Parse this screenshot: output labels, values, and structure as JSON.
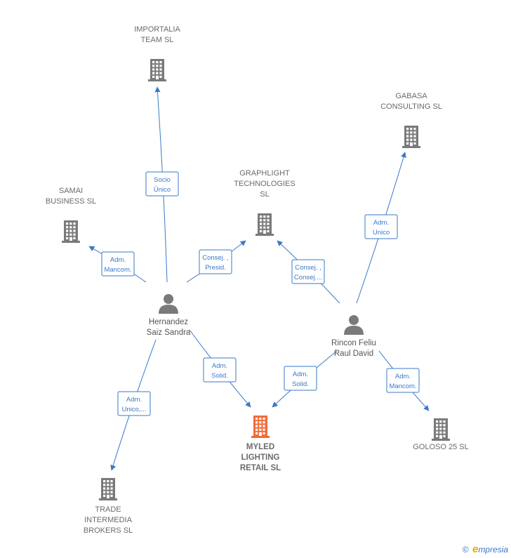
{
  "colors": {
    "edge": "#3a78c8",
    "company_icon": "#7a7a7a",
    "main_company_icon": "#f26b3a",
    "person_icon": "#7a7a7a",
    "label": "#6b6b6b"
  },
  "nodes": [
    {
      "id": "importalia",
      "kind": "company",
      "lines": [
        "IMPORTALIA",
        "TEAM  SL"
      ],
      "icon": "building-icon"
    },
    {
      "id": "gabasa",
      "kind": "company",
      "lines": [
        "GABASA",
        "CONSULTING SL"
      ],
      "icon": "building-icon"
    },
    {
      "id": "samai",
      "kind": "company",
      "lines": [
        "SAMAI",
        "BUSINESS  SL"
      ],
      "icon": "building-icon"
    },
    {
      "id": "graphlight",
      "kind": "company",
      "lines": [
        "GRAPHLIGHT",
        "TECHNOLOGIES",
        "SL"
      ],
      "icon": "building-icon"
    },
    {
      "id": "hernandez",
      "kind": "person",
      "lines": [
        "Hernandez",
        "Saiz Sandra"
      ],
      "icon": "person-icon"
    },
    {
      "id": "rincon",
      "kind": "person",
      "lines": [
        "Rincon Feliu",
        "Raul David"
      ],
      "icon": "person-icon"
    },
    {
      "id": "myled",
      "kind": "main",
      "lines": [
        "MYLED",
        "LIGHTING",
        "RETAIL  SL"
      ],
      "icon": "building-icon"
    },
    {
      "id": "goloso",
      "kind": "company",
      "lines": [
        "GOLOSO 25  SL"
      ],
      "icon": "building-icon"
    },
    {
      "id": "trade",
      "kind": "company",
      "lines": [
        "TRADE",
        "INTERMEDIA",
        "BROKERS  SL"
      ],
      "icon": "building-icon"
    }
  ],
  "edges": [
    {
      "from": "hernandez",
      "to": "importalia",
      "lines": [
        "Socio",
        "Único"
      ]
    },
    {
      "from": "hernandez",
      "to": "samai",
      "lines": [
        "Adm.",
        "Mancom."
      ]
    },
    {
      "from": "hernandez",
      "to": "graphlight",
      "lines": [
        "Consej. ,",
        "Presid."
      ]
    },
    {
      "from": "hernandez",
      "to": "myled",
      "lines": [
        "Adm.",
        "Solid."
      ]
    },
    {
      "from": "hernandez",
      "to": "trade",
      "lines": [
        "Adm.",
        "Unico,..."
      ]
    },
    {
      "from": "rincon",
      "to": "gabasa",
      "lines": [
        "Adm.",
        "Unico"
      ]
    },
    {
      "from": "rincon",
      "to": "graphlight",
      "lines": [
        "Consej. ,",
        "Consej...."
      ]
    },
    {
      "from": "rincon",
      "to": "myled",
      "lines": [
        "Adm.",
        "Solid."
      ]
    },
    {
      "from": "rincon",
      "to": "goloso",
      "lines": [
        "Adm.",
        "Mancom."
      ]
    }
  ],
  "footer": {
    "copyright": "©",
    "brand_initial": "e",
    "brand_rest": "mpresia"
  }
}
